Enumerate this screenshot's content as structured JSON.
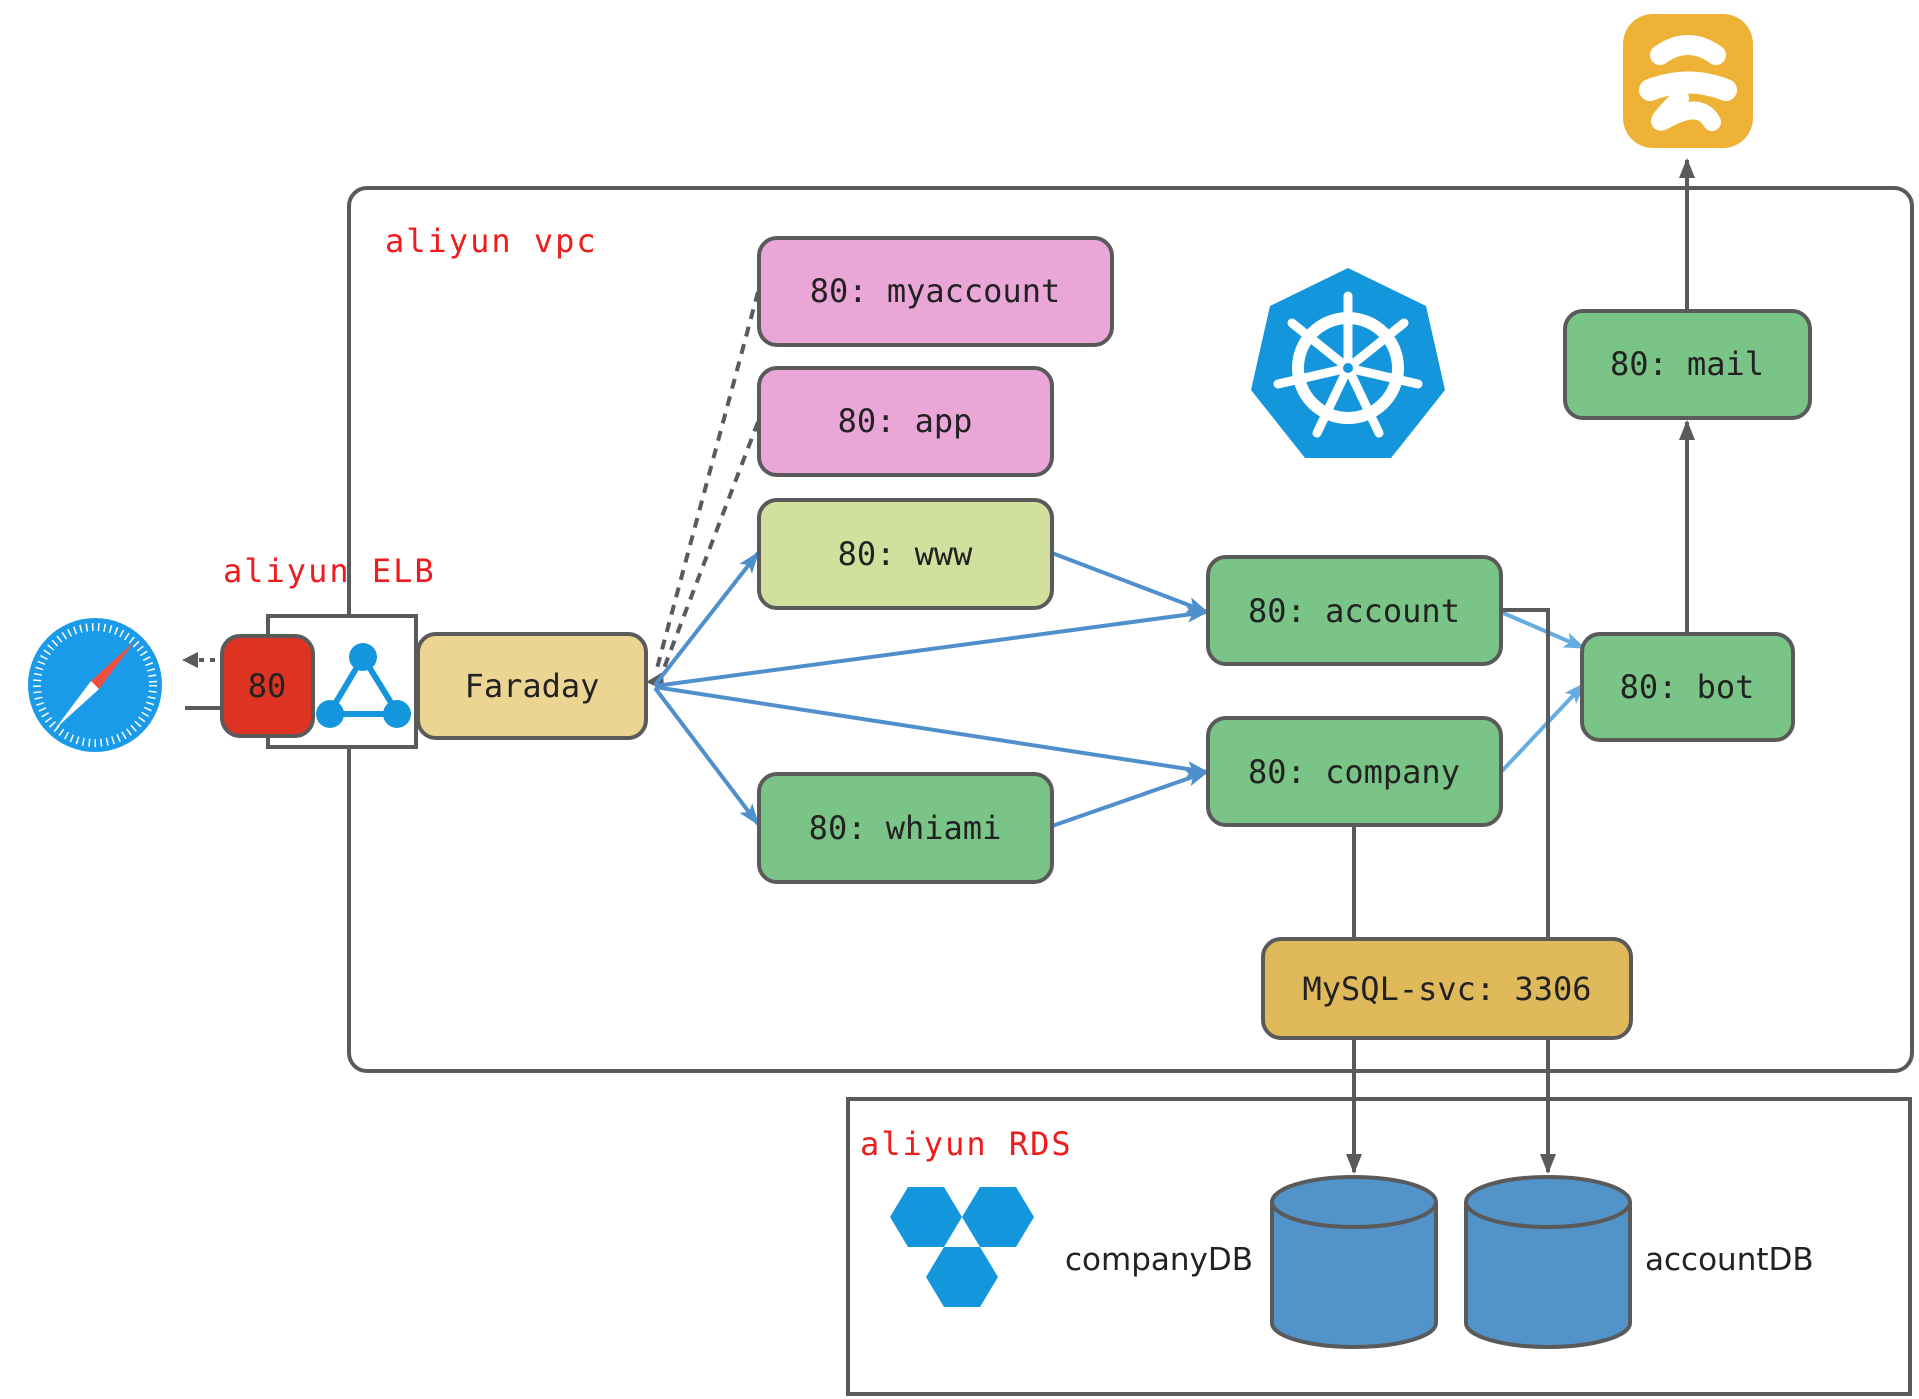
{
  "title": "Kubernetes on Aliyun architecture",
  "regions": {
    "vpc": {
      "label": "aliyun vpc"
    },
    "elb": {
      "label": "aliyun ELB",
      "port": "80"
    },
    "rds": {
      "label": "aliyun RDS"
    }
  },
  "nodes": {
    "faraday": "Faraday",
    "myaccount": "80: myaccount",
    "app": "80: app",
    "www": "80: www",
    "whiami": "80: whiami",
    "account": "80: account",
    "company": "80: company",
    "bot": "80: bot",
    "mail": "80: mail",
    "mysql": "MySQL-svc: 3306"
  },
  "databases": {
    "company": "companyDB",
    "account": "accountDB"
  },
  "icons": {
    "client": "safari-compass-icon",
    "elb": "load-balancer-triangle-icon",
    "kubernetes": "kubernetes-helm-icon",
    "cloud": "aliyun-cloud-icon",
    "rds": "rds-hexagons-icon"
  },
  "colors": {
    "stroke": "#5a5a5a",
    "label_red": "#ee1c1c",
    "port_red": "#dd3322",
    "faraday": "#ecd592",
    "pink": "#eba6d8",
    "lime": "#d1e19d",
    "green": "#79c486",
    "mysql": "#e0b95b",
    "db_blue": "#5293c9",
    "link_blue": "#4f8fcc",
    "link_light_blue": "#64ade0",
    "brand_blue": "#1496dc",
    "cloud_orange": "#eeb236"
  }
}
